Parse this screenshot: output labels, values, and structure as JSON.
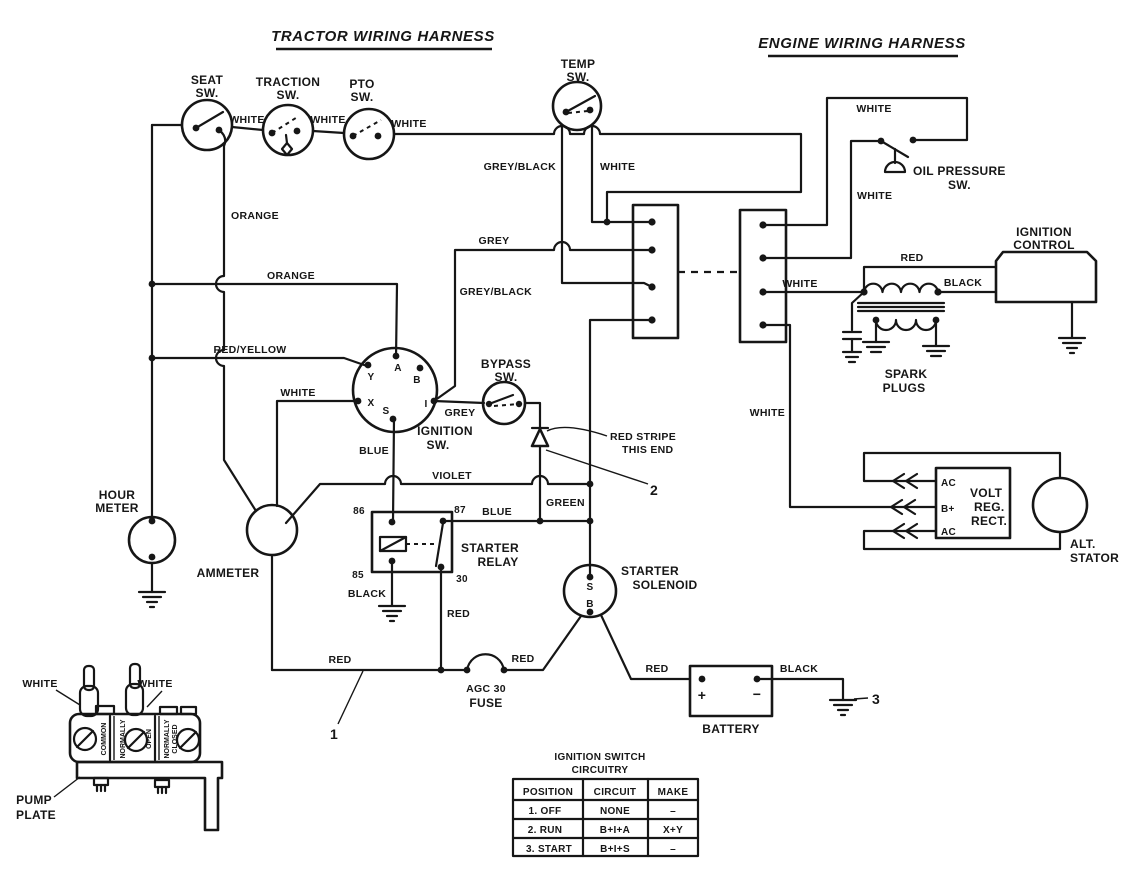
{
  "colors": {
    "ink": "#161616",
    "background": "#ffffff"
  },
  "titles": {
    "tractor": "TRACTOR WIRING HARNESS",
    "engine": "ENGINE WIRING HARNESS"
  },
  "components": {
    "seat1": "SEAT",
    "seat2": "SW.",
    "traction1": "TRACTION",
    "traction2": "SW.",
    "pto1": "PTO",
    "pto2": "SW.",
    "temp1": "TEMP",
    "temp2": "SW.",
    "oil1": "OIL PRESSURE",
    "oil2": "SW.",
    "bypass1": "BYPASS",
    "bypass2": "SW.",
    "ignsw1": "IGNITION",
    "ignsw2": "SW.",
    "hour1": "HOUR",
    "hour2": "METER",
    "ammeter": "AMMETER",
    "relay1": "STARTER",
    "relay2": "RELAY",
    "solenoid1": "STARTER",
    "solenoid2": "SOLENOID",
    "fuse1": "AGC 30",
    "fuse2": "FUSE",
    "battery": "BATTERY",
    "ignctl1": "IGNITION",
    "ignctl2": "CONTROL",
    "spark1": "SPARK",
    "spark2": "PLUGS",
    "vr1": "VOLT",
    "vr2": "REG.",
    "vr3": "RECT.",
    "alt1": "ALT.",
    "alt2": "STATOR",
    "pump1": "PUMP",
    "pump2": "PLATE"
  },
  "terminals": {
    "y": "Y",
    "a": "A",
    "b": "B",
    "x": "X",
    "s": "S",
    "i": "I",
    "r86": "86",
    "r87": "87",
    "r85": "85",
    "r30": "30",
    "sol_s": "S",
    "sol_b": "B",
    "plus": "+",
    "minus": "−",
    "ac1": "AC",
    "bplus": "B+",
    "ac2": "AC"
  },
  "wires": {
    "white": "WHITE",
    "orange": "ORANGE",
    "red_yellow": "RED/YELLOW",
    "blue": "BLUE",
    "violet": "VIOLET",
    "grey": "GREY",
    "grey_black": "GREY/BLACK",
    "green": "GREEN",
    "red": "RED",
    "black": "BLACK"
  },
  "pump_terminals": {
    "common": "COMMON",
    "no1": "NORMALLY",
    "no2": "OPEN",
    "nc1": "NORMALLY",
    "nc2": "CLOSED"
  },
  "notes": {
    "stripe1": "RED STRIPE",
    "stripe2": "THIS END"
  },
  "callouts": {
    "c1": "1",
    "c2": "2",
    "c3": "3"
  },
  "table": {
    "title1": "IGNITION SWITCH",
    "title2": "CIRCUITRY",
    "h": [
      "POSITION",
      "CIRCUIT",
      "MAKE"
    ],
    "rows": [
      [
        "1.  OFF",
        "NONE",
        "–"
      ],
      [
        "2.  RUN",
        "B+I+A",
        "X+Y"
      ],
      [
        "3.  START",
        "B+I+S",
        "–"
      ]
    ]
  }
}
